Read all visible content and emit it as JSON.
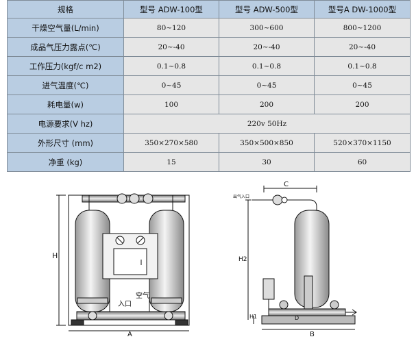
{
  "table": {
    "header": [
      "规格",
      "型号 ADW-100型",
      "型号 ADW-500型",
      "型号A DW-1000型"
    ],
    "rows": [
      {
        "label": "干燥空气量(L/min)",
        "values": [
          "80~120",
          "300~600",
          "800~1200"
        ]
      },
      {
        "label": "成品气压力露点(℃)",
        "values": [
          "20~-40",
          "20~-40",
          "20~-40"
        ]
      },
      {
        "label": "工作压力(kgf/c m2)",
        "values": [
          "0.1~0.8",
          "0.1~0.8",
          "0.1~0.8"
        ]
      },
      {
        "label": "进气温度(℃)",
        "values": [
          "0~45",
          "0~45",
          "0~45"
        ]
      },
      {
        "label": "耗电量(w)",
        "values": [
          "100",
          "200",
          "200"
        ]
      },
      {
        "label": "电源要求(V hz)",
        "merged": "220v 50Hz"
      },
      {
        "label": "外形尺寸 (mm)",
        "values": [
          "350×270×580",
          "350×500×850",
          "520×370×1150"
        ]
      },
      {
        "label": "净重 (kg)",
        "values": [
          "15",
          "30",
          "60"
        ]
      }
    ]
  },
  "drawings": {
    "front": {
      "dim_height": "H",
      "dim_width": "A",
      "inlet_label_line1": "空气",
      "inlet_label_line2": "入口"
    },
    "side": {
      "dim_top": "C",
      "dim_height": "H2",
      "dim_width": "B",
      "dim_base": "H1",
      "dim_d": "D",
      "pipe_label": "出气入口"
    }
  },
  "colors": {
    "header_bg": "#b9cde2",
    "cell_bg": "#e6e6e6",
    "border": "#7f8b97"
  }
}
